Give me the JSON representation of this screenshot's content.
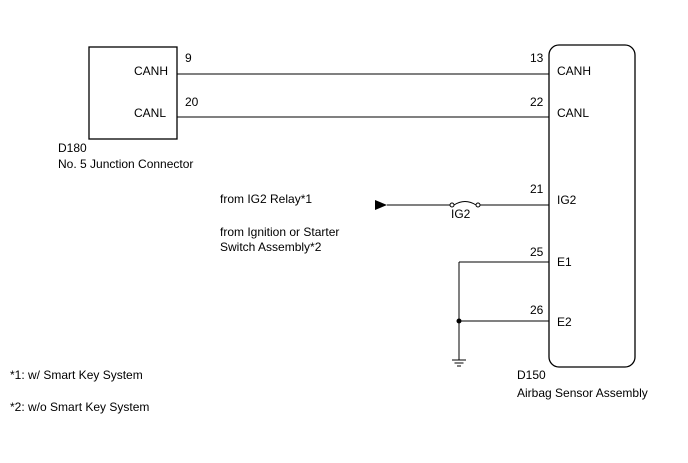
{
  "d180": {
    "id": "D180",
    "name": "No. 5 Junction Connector",
    "pins": [
      {
        "num": "9",
        "label": "CANH"
      },
      {
        "num": "20",
        "label": "CANL"
      }
    ]
  },
  "d150": {
    "id": "D150",
    "name": "Airbag Sensor Assembly",
    "pins": [
      {
        "num": "13",
        "label": "CANH"
      },
      {
        "num": "22",
        "label": "CANL"
      },
      {
        "num": "21",
        "label": "IG2"
      },
      {
        "num": "25",
        "label": "E1"
      },
      {
        "num": "26",
        "label": "E2"
      }
    ]
  },
  "sources": {
    "ig2_relay": "from IG2 Relay*1",
    "ignition_line1": "from Ignition or Starter",
    "ignition_line2": "Switch Assembly*2"
  },
  "fuse_label": "IG2",
  "notes": [
    "*1: w/ Smart Key System",
    "*2: w/o Smart Key System"
  ]
}
